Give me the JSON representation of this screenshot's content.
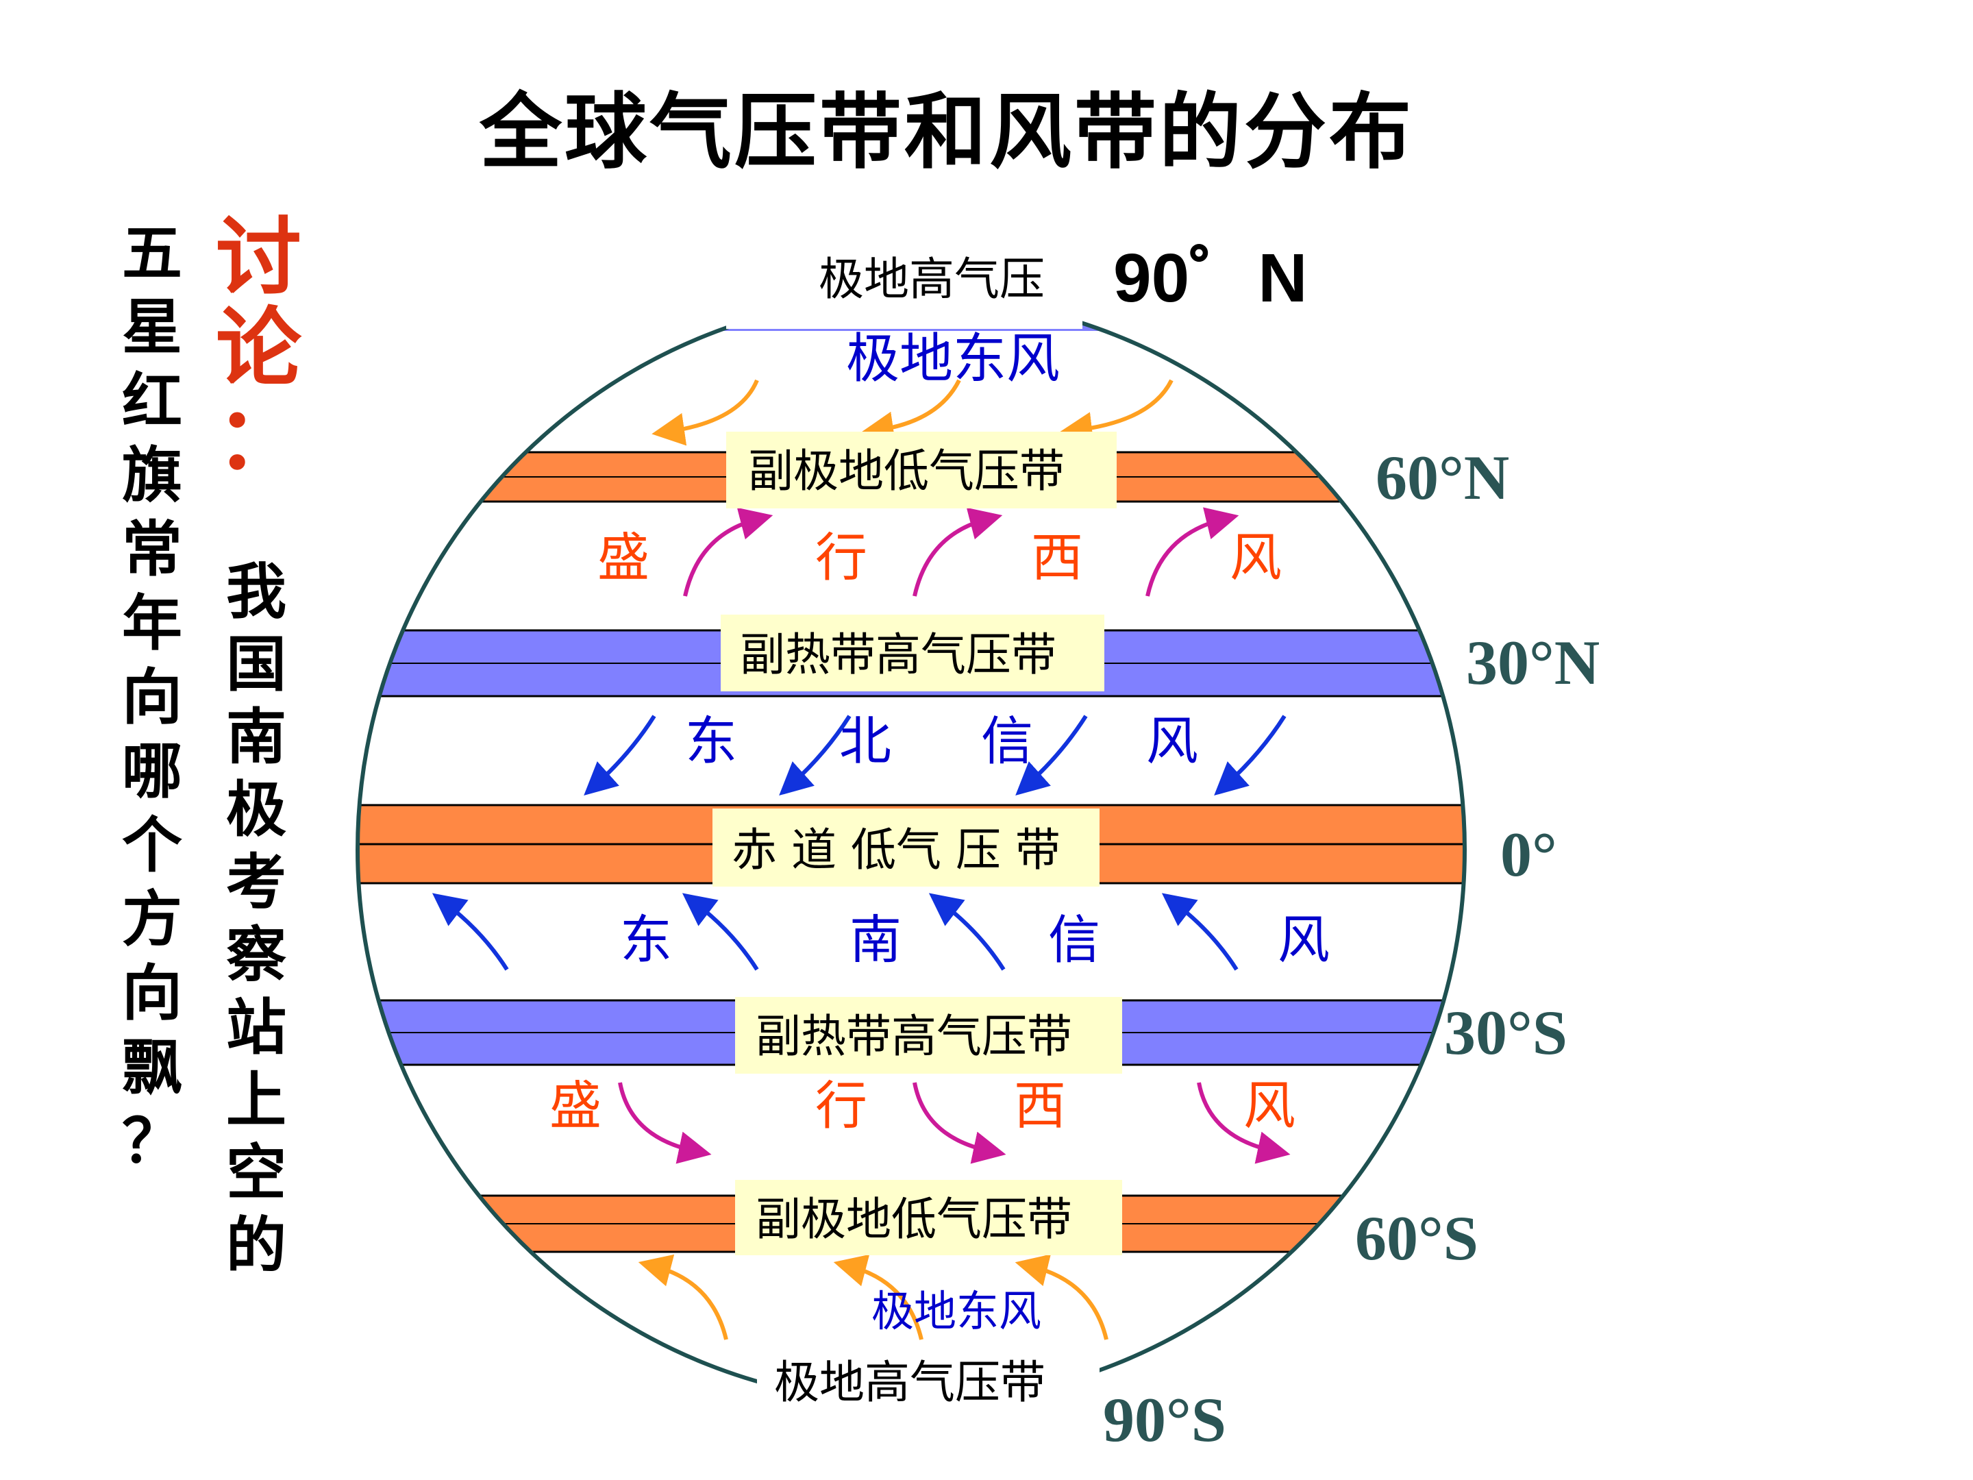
{
  "title": "全球气压带和风带的分布",
  "discussion": {
    "label": [
      "讨",
      "论",
      "："
    ],
    "question_col1": [
      "五",
      "星",
      "红",
      "旗",
      "常",
      "年",
      "向",
      "哪",
      "个",
      "方",
      "向",
      "飘",
      "？"
    ],
    "question_col2": [
      "我",
      "国",
      "南",
      "极",
      "考",
      "察",
      "站",
      "上",
      "空",
      "的"
    ]
  },
  "pressure_belts": {
    "north_polar_high": "极地高气压",
    "north_subpolar_low": "副极地低气压带",
    "north_subtropical_high": "副热带高气压带",
    "equatorial_low": "赤 道 低气 压 带",
    "south_subtropical_high": "副热带高气压带",
    "south_subpolar_low": "副极地低气压带",
    "south_polar_high": "极地高气压带"
  },
  "wind_belts": {
    "north_polar_easterlies": "极地东风",
    "north_westerlies": [
      "盛",
      "行",
      "西",
      "风"
    ],
    "ne_trades": [
      "东",
      "北",
      "信",
      "风"
    ],
    "se_trades": [
      "东",
      "南",
      "信",
      "风"
    ],
    "south_westerlies": [
      "盛",
      "行",
      "西",
      "风"
    ],
    "south_polar_easterlies": "极地东风"
  },
  "latitude_labels": {
    "n90": "90゜N",
    "n60": "60°N",
    "n30": "30°N",
    "eq": "0°",
    "s30": "30°S",
    "s60": "60°S",
    "s90": "90°S"
  },
  "colors": {
    "low_pressure": "#FF8844",
    "high_pressure": "#8080FF",
    "label_box": "#FFFFCC",
    "westerlies_text": "#FF4400",
    "trades_text": "#0000CC",
    "polar_arrow": "#FFA020",
    "westerly_arrow": "#CC1A99",
    "trade_arrow": "#1133DD",
    "latitude_text": "#2B5555",
    "discussion_red": "#DD3311",
    "globe_outline": "#1E5050"
  }
}
